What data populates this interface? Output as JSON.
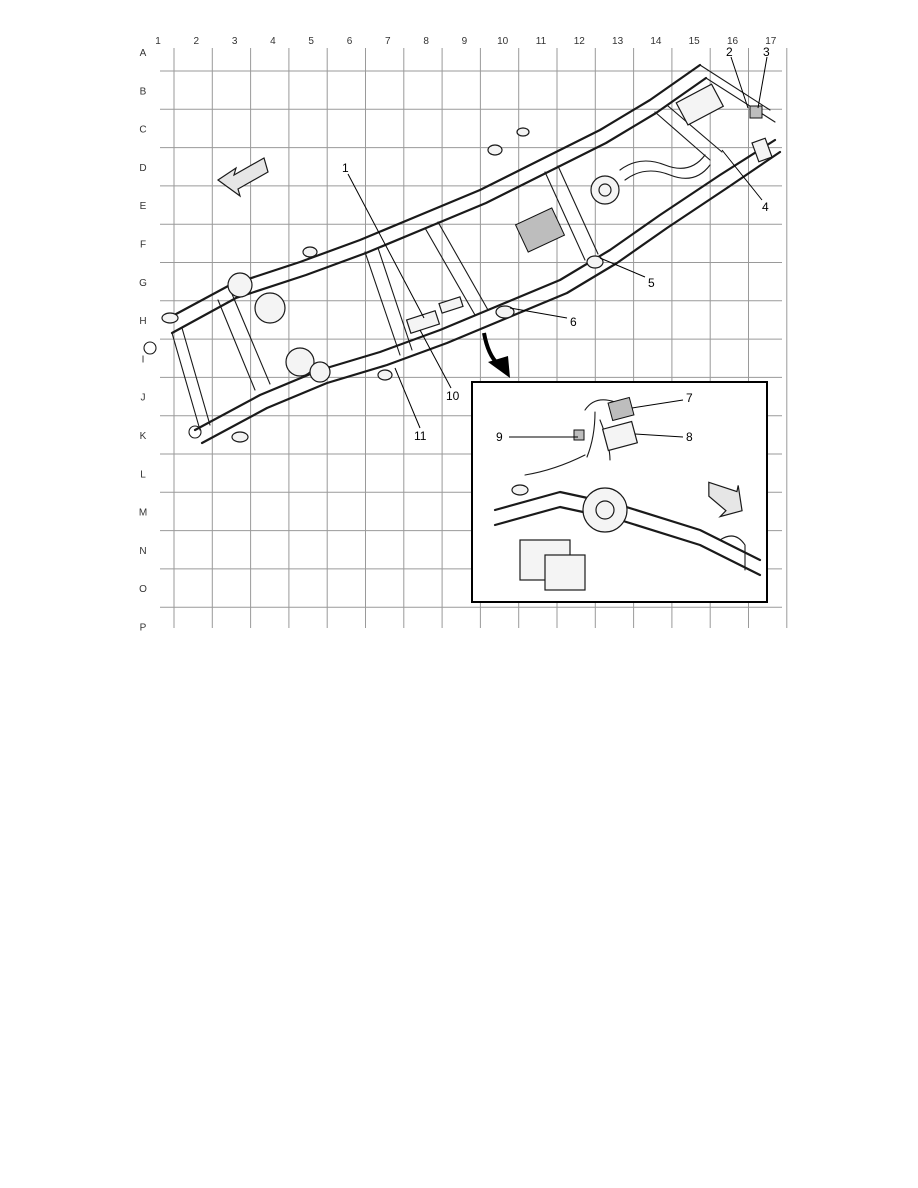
{
  "grid": {
    "columns": [
      "1",
      "2",
      "3",
      "4",
      "5",
      "6",
      "7",
      "8",
      "9",
      "10",
      "11",
      "12",
      "13",
      "14",
      "15",
      "16",
      "17"
    ],
    "rows": [
      "A",
      "B",
      "C",
      "D",
      "E",
      "F",
      "G",
      "H",
      "I",
      "J",
      "K",
      "L",
      "M",
      "N",
      "O",
      "P"
    ]
  },
  "callouts": {
    "c1": "1",
    "c2": "2",
    "c3": "3",
    "c4": "4",
    "c5": "5",
    "c6": "6",
    "c7": "7",
    "c8": "8",
    "c9": "9",
    "c10": "10",
    "c11": "11"
  },
  "icons": {
    "front_arrow": "direction-arrow-icon",
    "zoom_arrow": "curved-arrow-icon",
    "inset_arrow": "direction-arrow-icon"
  }
}
